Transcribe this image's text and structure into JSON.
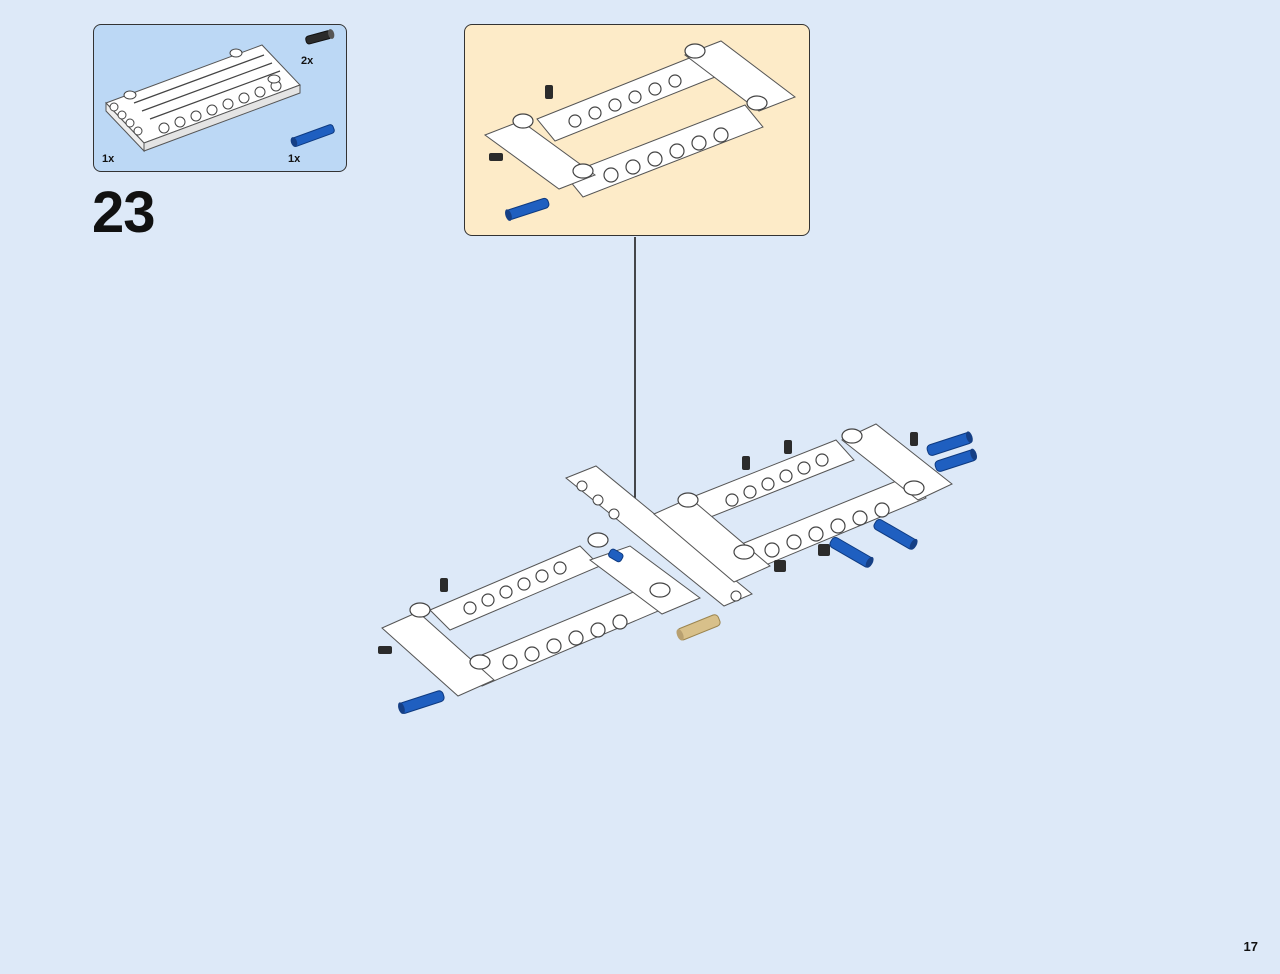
{
  "step": {
    "number": "23"
  },
  "parts_list": [
    {
      "part": "white-technic-panel-icon",
      "quantity": "1x"
    },
    {
      "part": "black-friction-pin-icon",
      "quantity": "2x"
    },
    {
      "part": "blue-axle-pin-icon",
      "quantity": "1x"
    }
  ],
  "page": {
    "number": "17"
  },
  "colors": {
    "background": "#dde9f8",
    "parts_box": "#bcd8f5",
    "callout": "#fdebc8",
    "white_part": "#ffffff",
    "blue_pin": "#1f5fc0",
    "black_pin": "#2b2b2b",
    "tan_pin": "#d8c08a"
  }
}
